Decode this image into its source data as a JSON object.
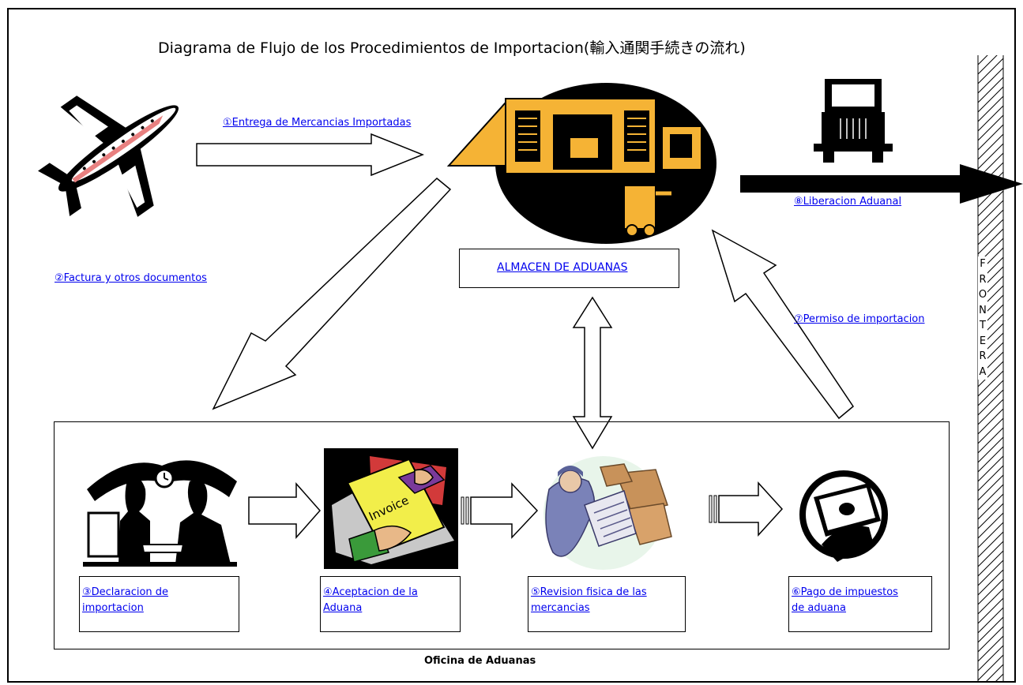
{
  "title": "Diagrama de Flujo de los Procedimientos de Importacion(輸入通関手続きの流れ)",
  "links": {
    "step1": "①Entrega de Mercancias Importadas",
    "step2": "②Factura y otros documentos",
    "step7": "⑦Permiso de importacion",
    "step8": "⑧Liberacion Aduanal"
  },
  "warehouse_label": "ALMACEN DE ADUANAS",
  "office": {
    "label": "Oficina de Aduanas",
    "steps": [
      {
        "line1": "③Declaracion de",
        "line2": "importacion"
      },
      {
        "line1": "④Aceptacion de la",
        "line2": "Aduana"
      },
      {
        "line1": "⑤Revision fisica de las",
        "line2": "mercancias"
      },
      {
        "line1": "⑥Pago de impuestos",
        "line2": "de aduana"
      }
    ]
  },
  "invoice_text": "Invoice",
  "frontera": [
    "F",
    "R",
    "O",
    "N",
    "T",
    "E",
    "R",
    "A"
  ],
  "colors": {
    "link": "#0000ee",
    "warehouse": "#f5b335",
    "black": "#000000"
  },
  "icons": [
    "airplane-icon",
    "warehouse-icon",
    "truck-icon",
    "meeting-icon",
    "invoice-icon",
    "inspector-icon",
    "money-icon"
  ]
}
